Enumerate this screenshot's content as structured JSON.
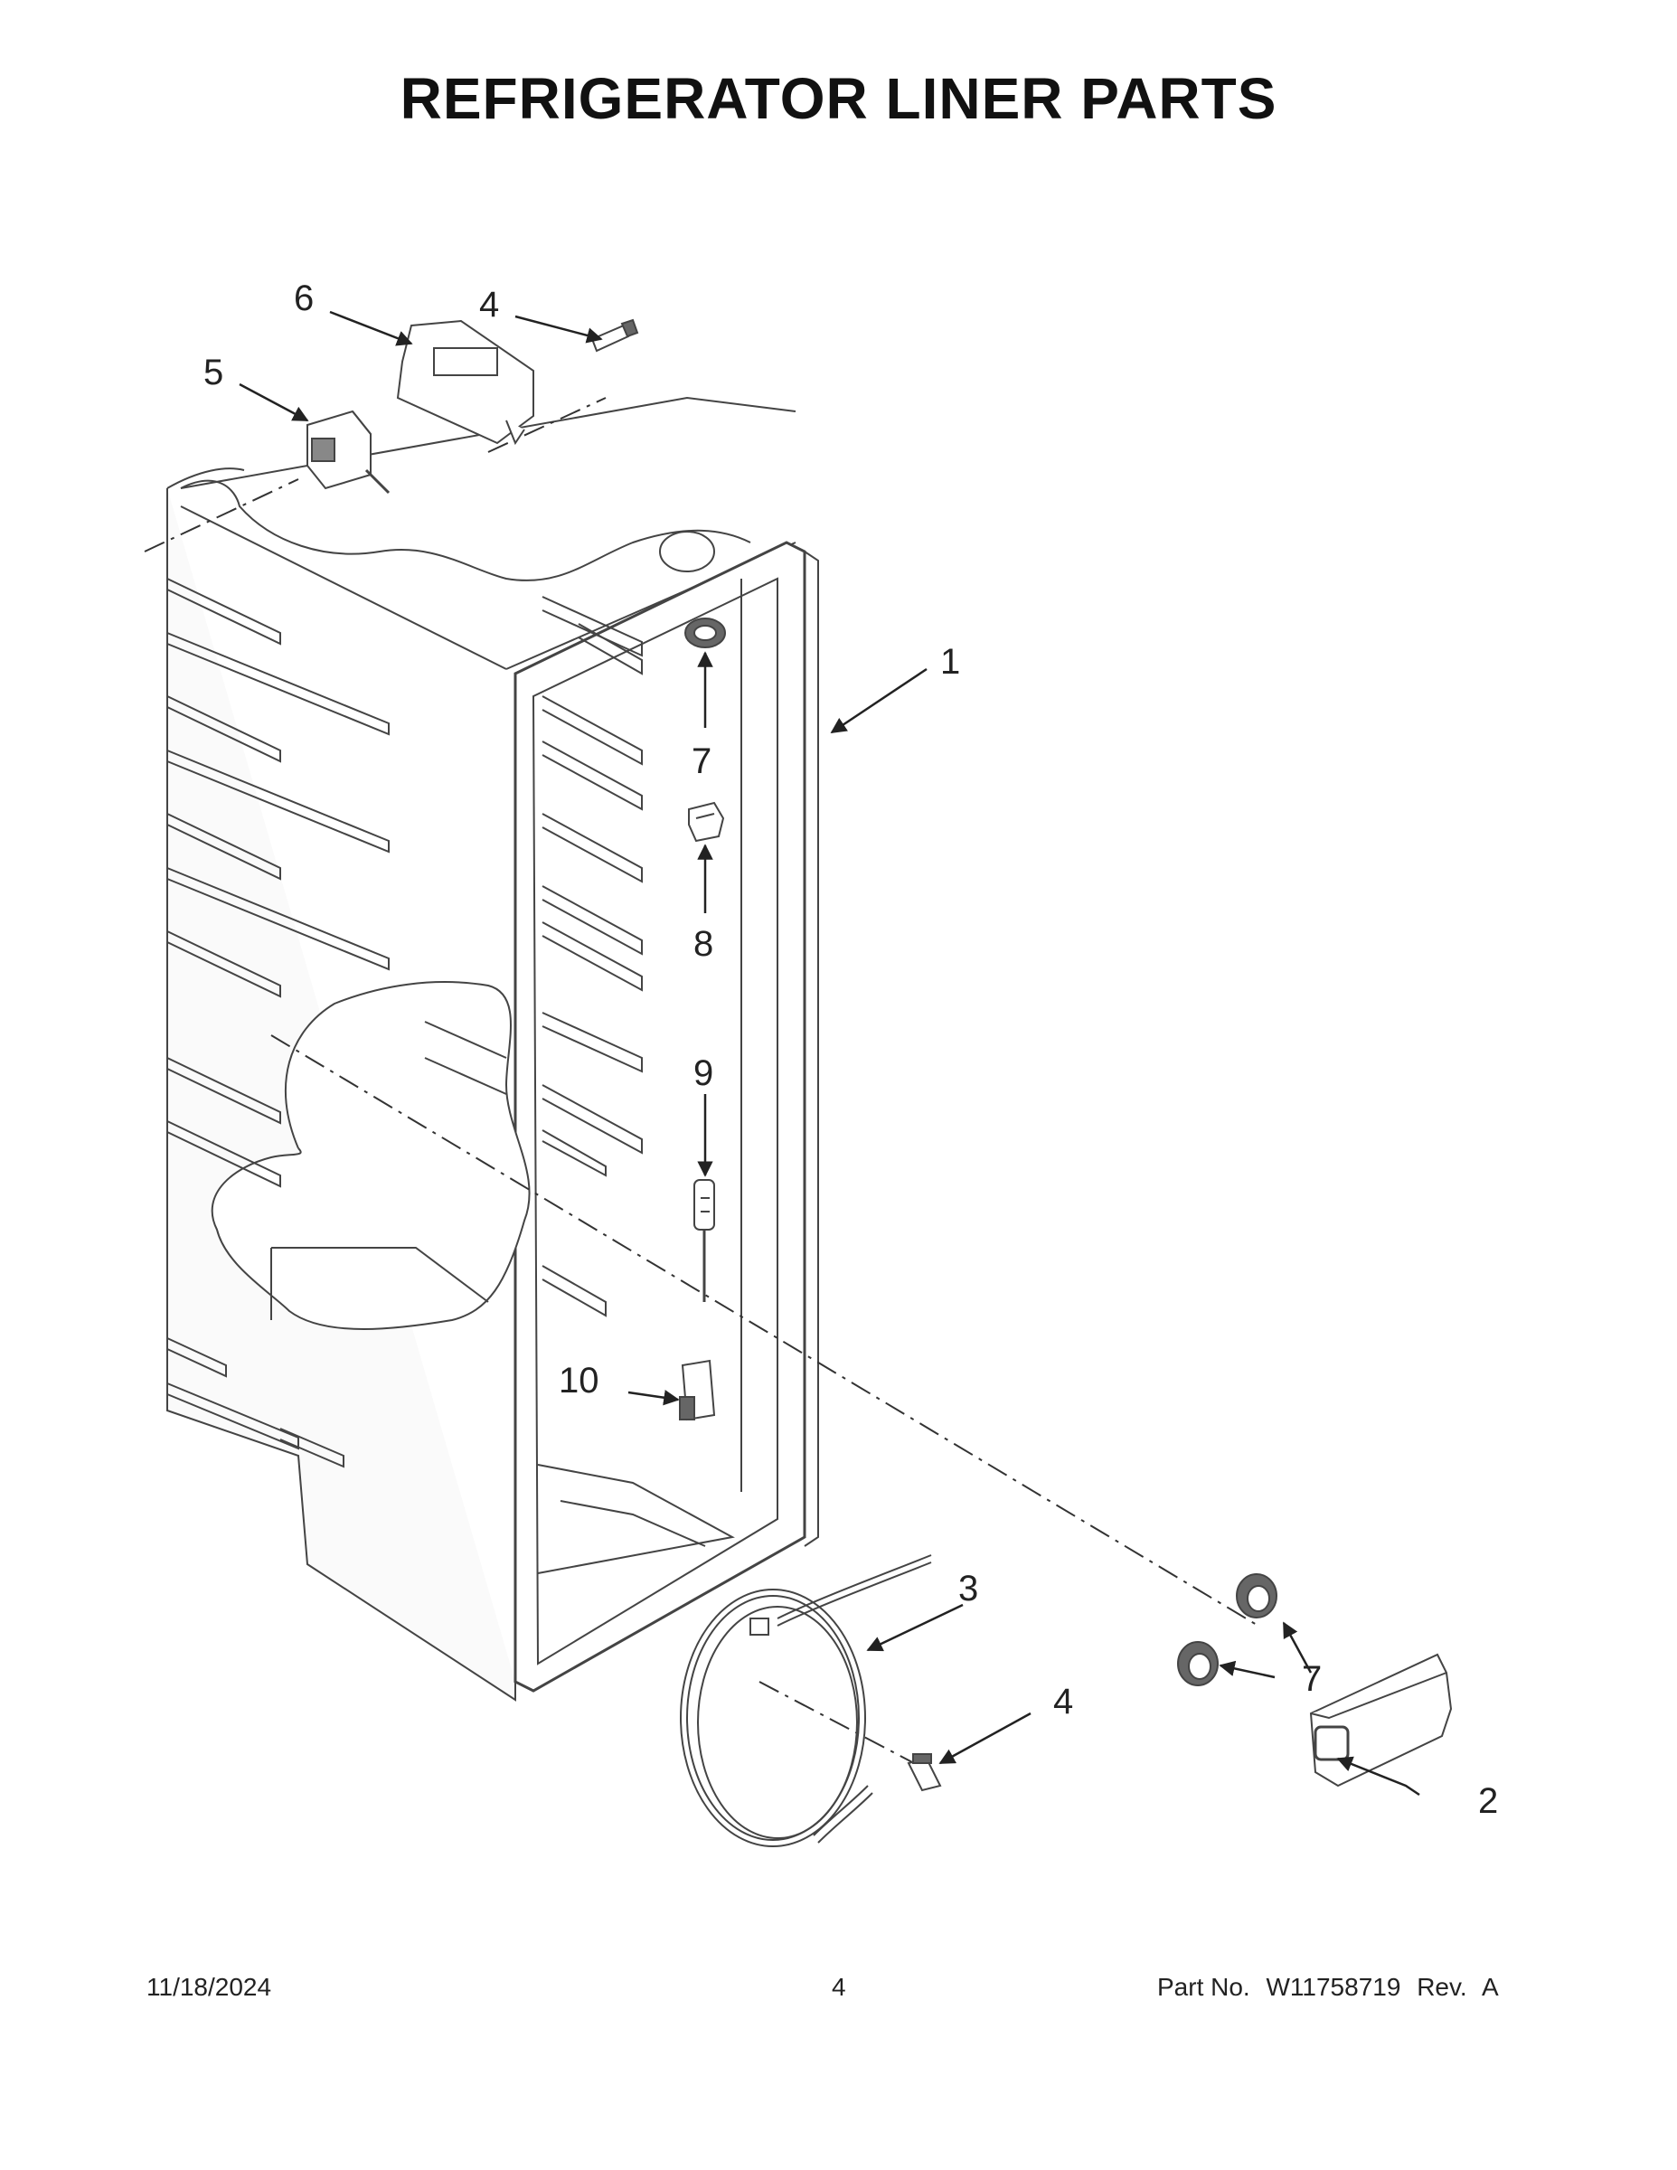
{
  "title": "REFRIGERATOR LINER PARTS",
  "callouts": [
    {
      "id": "c1",
      "label": "1"
    },
    {
      "id": "c2",
      "label": "2"
    },
    {
      "id": "c3",
      "label": "3"
    },
    {
      "id": "c4a",
      "label": "4"
    },
    {
      "id": "c4b",
      "label": "4"
    },
    {
      "id": "c5",
      "label": "5"
    },
    {
      "id": "c6",
      "label": "6"
    },
    {
      "id": "c7a",
      "label": "7"
    },
    {
      "id": "c7b",
      "label": "7"
    },
    {
      "id": "c8",
      "label": "8"
    },
    {
      "id": "c9",
      "label": "9"
    },
    {
      "id": "c10",
      "label": "10"
    }
  ],
  "footer": {
    "date": "11/18/2024",
    "page": "4",
    "part_no_label": "Part No.",
    "part_no": "W11758719",
    "rev_label": "Rev.",
    "rev": "A"
  }
}
